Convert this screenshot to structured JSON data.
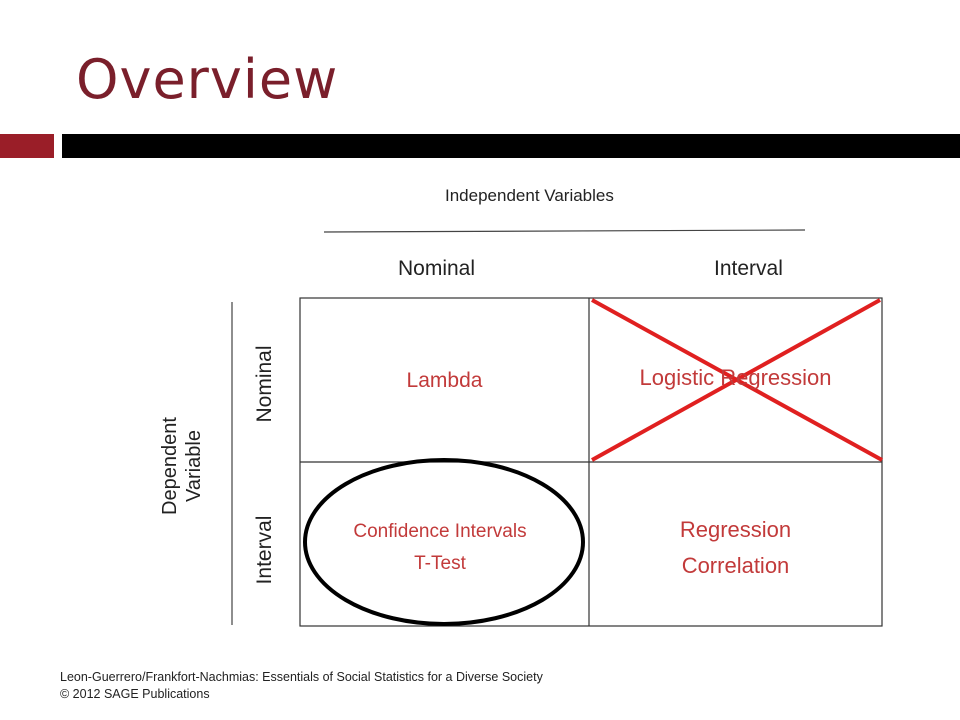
{
  "slide": {
    "title": "Overview",
    "accent_color": "#9a1e28",
    "title_color": "#7a1f2b"
  },
  "table": {
    "column_group_label": "Independent Variables",
    "columns": [
      "Nominal",
      "Interval"
    ],
    "row_group_label": [
      "Dependent",
      "Variable"
    ],
    "rows": [
      "Nominal",
      "Interval"
    ],
    "cells": {
      "nominal_nominal": "Lambda",
      "nominal_interval": "Logistic Regression",
      "interval_nominal": [
        "Confidence Intervals",
        "T-Test"
      ],
      "interval_interval": [
        "Regression",
        "Correlation"
      ]
    },
    "crossed_out_cell": "nominal_interval",
    "circled_cell": "interval_nominal",
    "highlight_text_color": "#c23a3a",
    "cross_color": "#e02020"
  },
  "footer": {
    "line1": "Leon-Guerrero/Frankfort-Nachmias: Essentials of Social Statistics for a Diverse Society",
    "line2": "© 2012 SAGE Publications"
  }
}
